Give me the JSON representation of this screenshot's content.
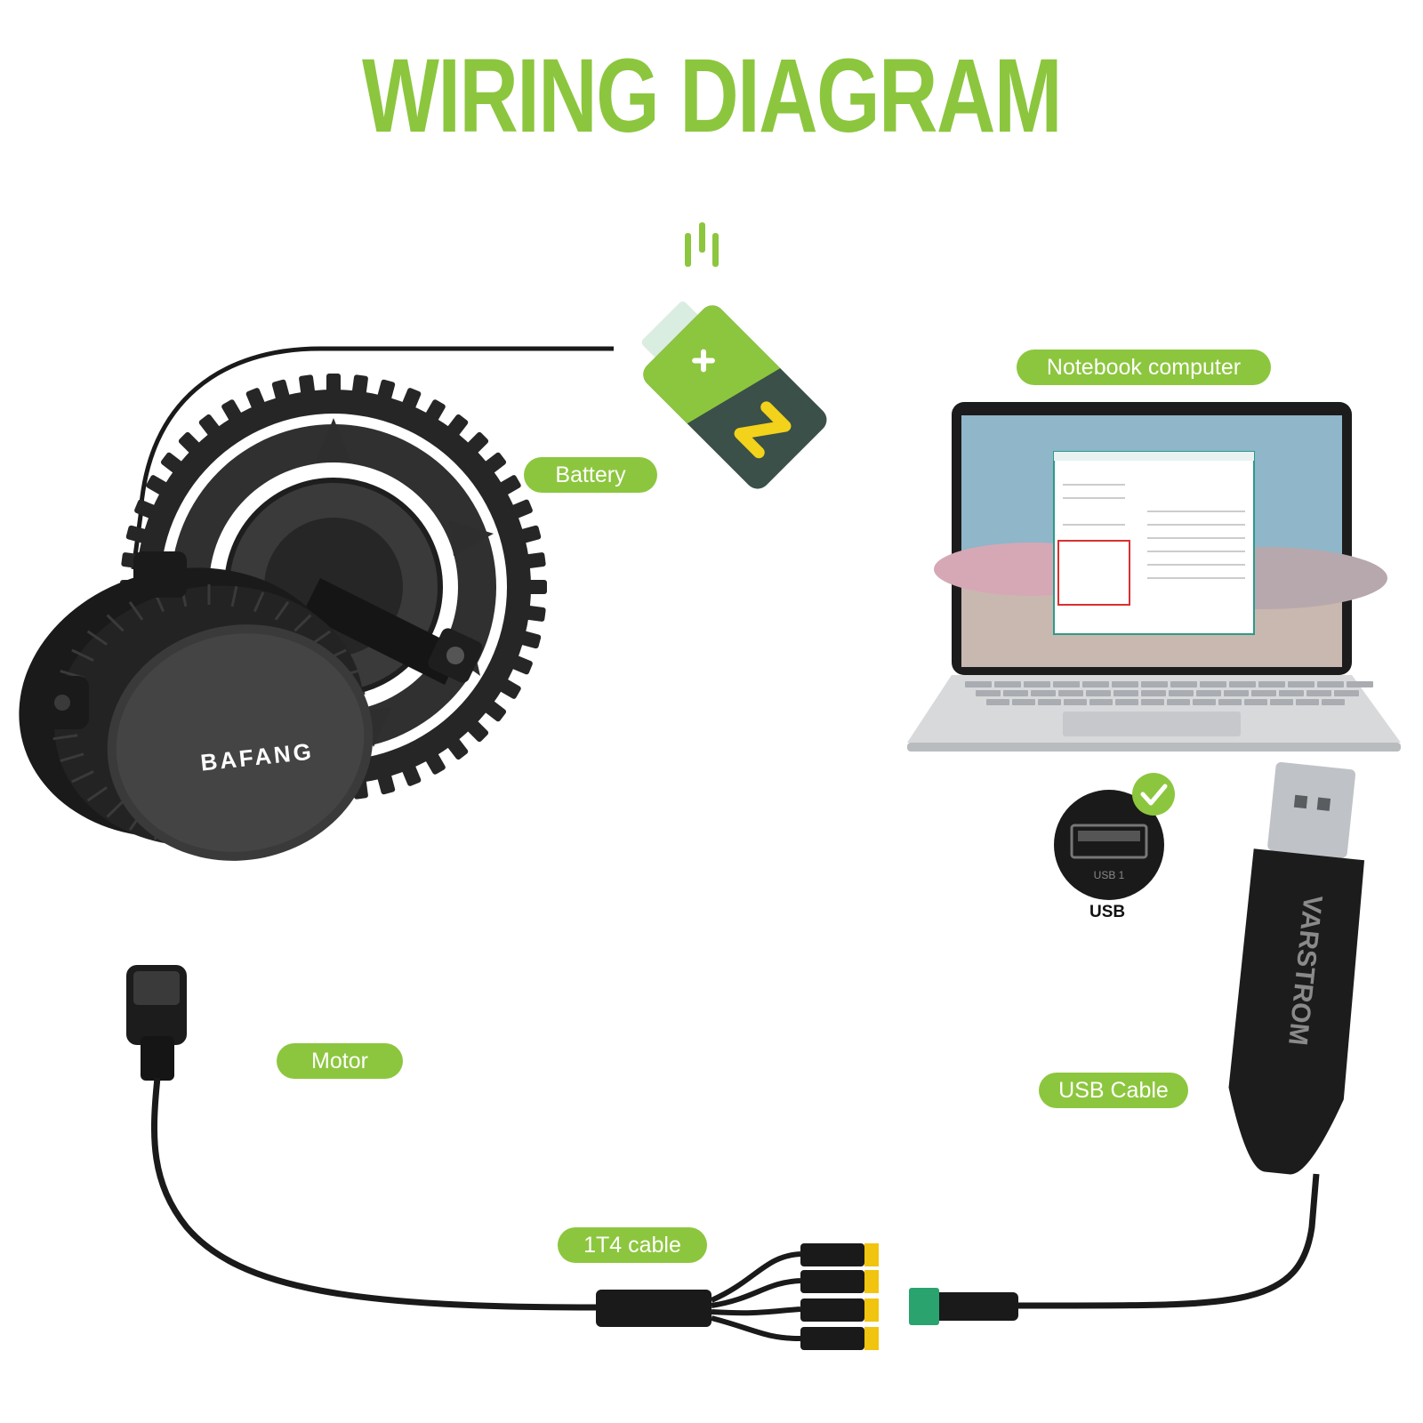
{
  "title": "WIRING DIAGRAM",
  "labels": {
    "battery": "Battery",
    "notebook": "Notebook computer",
    "motor": "Motor",
    "usb_cable": "USB Cable",
    "cable_1t4": "1T4 cable",
    "usb_port": "USB"
  },
  "branding": {
    "motor_logo": "BAFANG",
    "cable_logo": "VARSTROM",
    "port_text": "USB 1"
  },
  "colors": {
    "accent": "#8cc63e",
    "battery_body": "#3a5048",
    "battery_bolt": "#f2d21a"
  }
}
